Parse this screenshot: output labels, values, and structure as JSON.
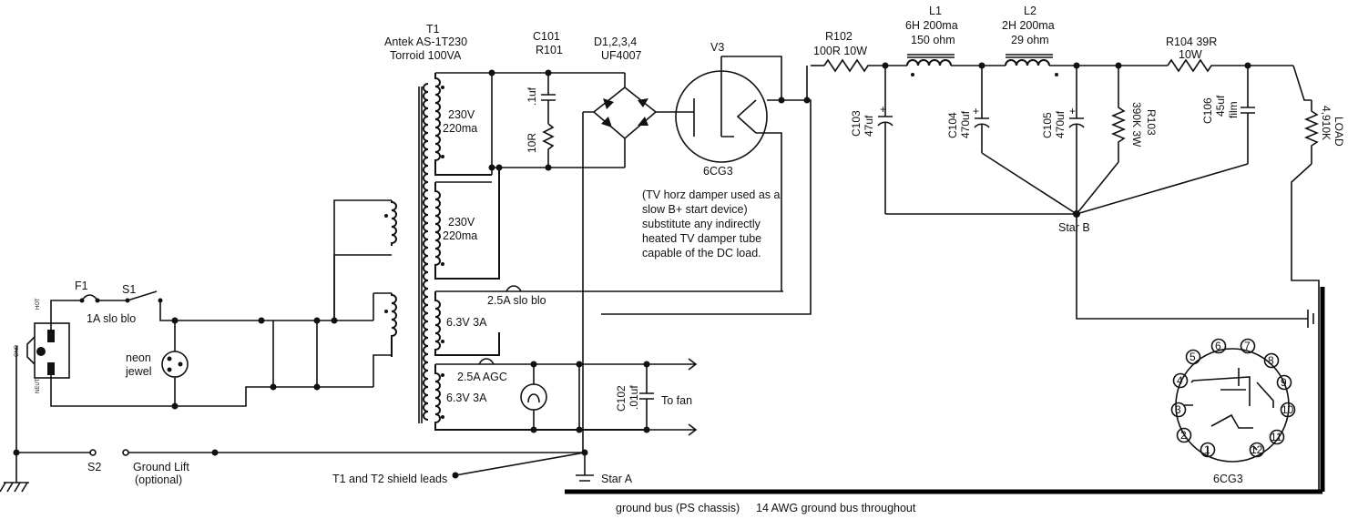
{
  "t1": {
    "ref": "T1",
    "model": "Antek AS-1T230",
    "desc": "Torroid 100VA"
  },
  "windings": {
    "w1": "230V",
    "w1_current": "220ma",
    "w2": "230V",
    "w2_current": "220ma",
    "w3": "6.3V 3A",
    "w4": "6.3V 3A"
  },
  "c101": {
    "ref": "C101",
    "r_ref": "R101",
    "value": ".1uf",
    "r_value": "10R"
  },
  "diodes": {
    "ref": "D1,2,3,4",
    "part": "UF4007"
  },
  "v3": {
    "ref": "V3",
    "tube": "6CG3"
  },
  "note": [
    "(TV horz damper used as a",
    "slow B+ start device)",
    "substitute any indirectly",
    "heated TV damper tube",
    "capable of the DC load."
  ],
  "r102": {
    "ref": "R102",
    "value": "100R 10W"
  },
  "l1": {
    "ref": "L1",
    "value": "6H 200ma",
    "dcr": "150 ohm"
  },
  "l2": {
    "ref": "L2",
    "value": "2H 200ma",
    "dcr": "29 ohm"
  },
  "r104": {
    "ref": "R104 39R",
    "power": "10W"
  },
  "c103": {
    "ref": "C103",
    "value": "47uf"
  },
  "c104": {
    "ref": "C104",
    "value": "470uf"
  },
  "c105": {
    "ref": "C105",
    "value": "470uf"
  },
  "r103": {
    "ref": "R103",
    "value": "390K 3W"
  },
  "c106": {
    "ref": "C106",
    "value": "45uf",
    "type": "film"
  },
  "load": {
    "value": "4,910K",
    "label": "LOAD"
  },
  "star_b": "Star B",
  "star_a": "Star A",
  "fuse1": {
    "ref": "F1",
    "value": "1A slo blo"
  },
  "s1": "S1",
  "neon": [
    "neon",
    "jewel"
  ],
  "fuse_hv": "2.5A slo blo",
  "fuse_agc": "2.5A AGC",
  "c102": {
    "ref": "C102",
    "value": ".01uf"
  },
  "fan": "To fan",
  "s2": "S2",
  "ground_lift": [
    "Ground Lift",
    "(optional)"
  ],
  "shield": "T1 and T2 shield leads",
  "bus_labels": {
    "chassis": "ground bus (PS chassis)",
    "awg": "14 AWG ground bus throughout"
  },
  "iec": {
    "hot": "HOT",
    "neutral": "NEUT",
    "gnd": "GND"
  },
  "pinout": {
    "tube": "6CG3",
    "pins": [
      "1",
      "2",
      "3",
      "4",
      "5",
      "6",
      "7",
      "8",
      "9",
      "10",
      "11",
      "12"
    ]
  }
}
